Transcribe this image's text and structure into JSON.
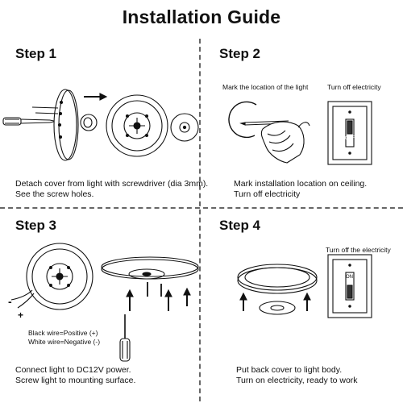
{
  "title": "Installation Guide",
  "steps": [
    {
      "heading": "Step 1",
      "lines": [
        "Detach cover from light with screwdriver (dia 3mm).",
        "See the screw holes."
      ]
    },
    {
      "heading": "Step 2",
      "label_mark": "Mark the location of the light",
      "label_turnoff": "Turn off electricity",
      "lines": [
        "Mark installation location on ceiling.",
        "Turn off electricity"
      ],
      "switch_text": "OFF"
    },
    {
      "heading": "Step 3",
      "wires": [
        "Black wire=Positive (+)",
        "White wire=Negative (-)"
      ],
      "polarity": [
        "-",
        "+"
      ],
      "lines": [
        "Connect light to  DC12V power.",
        "Screw light to mounting surface."
      ]
    },
    {
      "heading": "Step 4",
      "label_turnoff": "Turn off the electricity",
      "lines": [
        "Put back cover to light body.",
        "Turn on electricity, ready to work"
      ],
      "switch_text": "ON"
    }
  ]
}
